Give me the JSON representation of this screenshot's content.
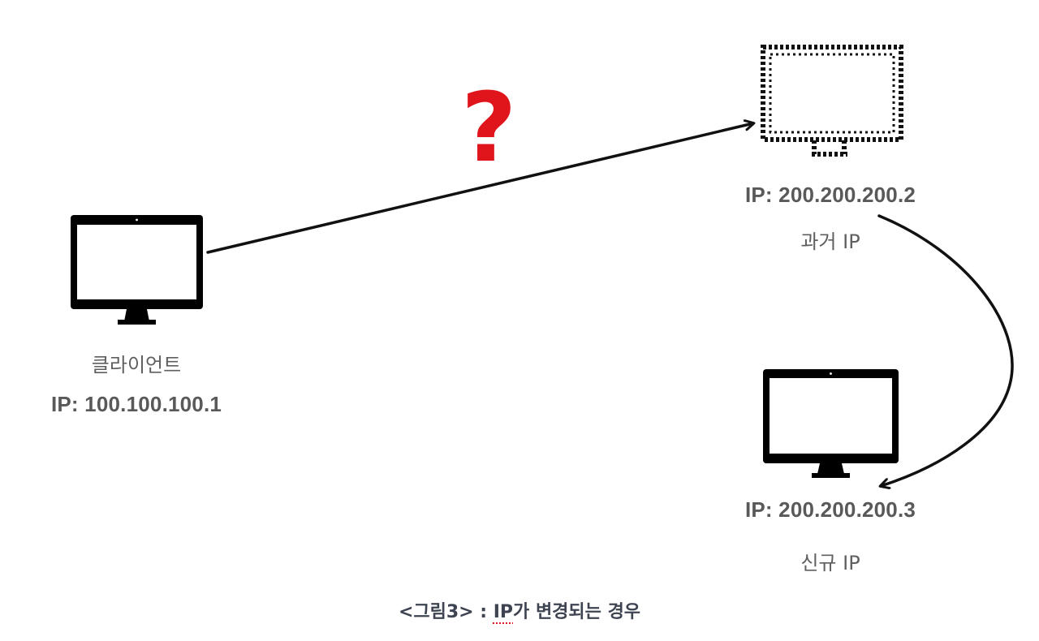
{
  "client": {
    "name": "클라이언트",
    "ip": "IP: 100.100.100.1"
  },
  "old_server": {
    "ip": "IP: 200.200.200.2",
    "name": "과거 IP"
  },
  "new_server": {
    "ip": "IP: 200.200.200.3",
    "name": "신규 IP"
  },
  "question_mark": "?",
  "caption": {
    "prefix": "<그림3> : ",
    "ip": "IP",
    "suffix": "가 변경되는 경우"
  },
  "colors": {
    "question": "#e0141b",
    "label": "#595959",
    "caption": "#3d4351",
    "monitor": "#000000"
  }
}
